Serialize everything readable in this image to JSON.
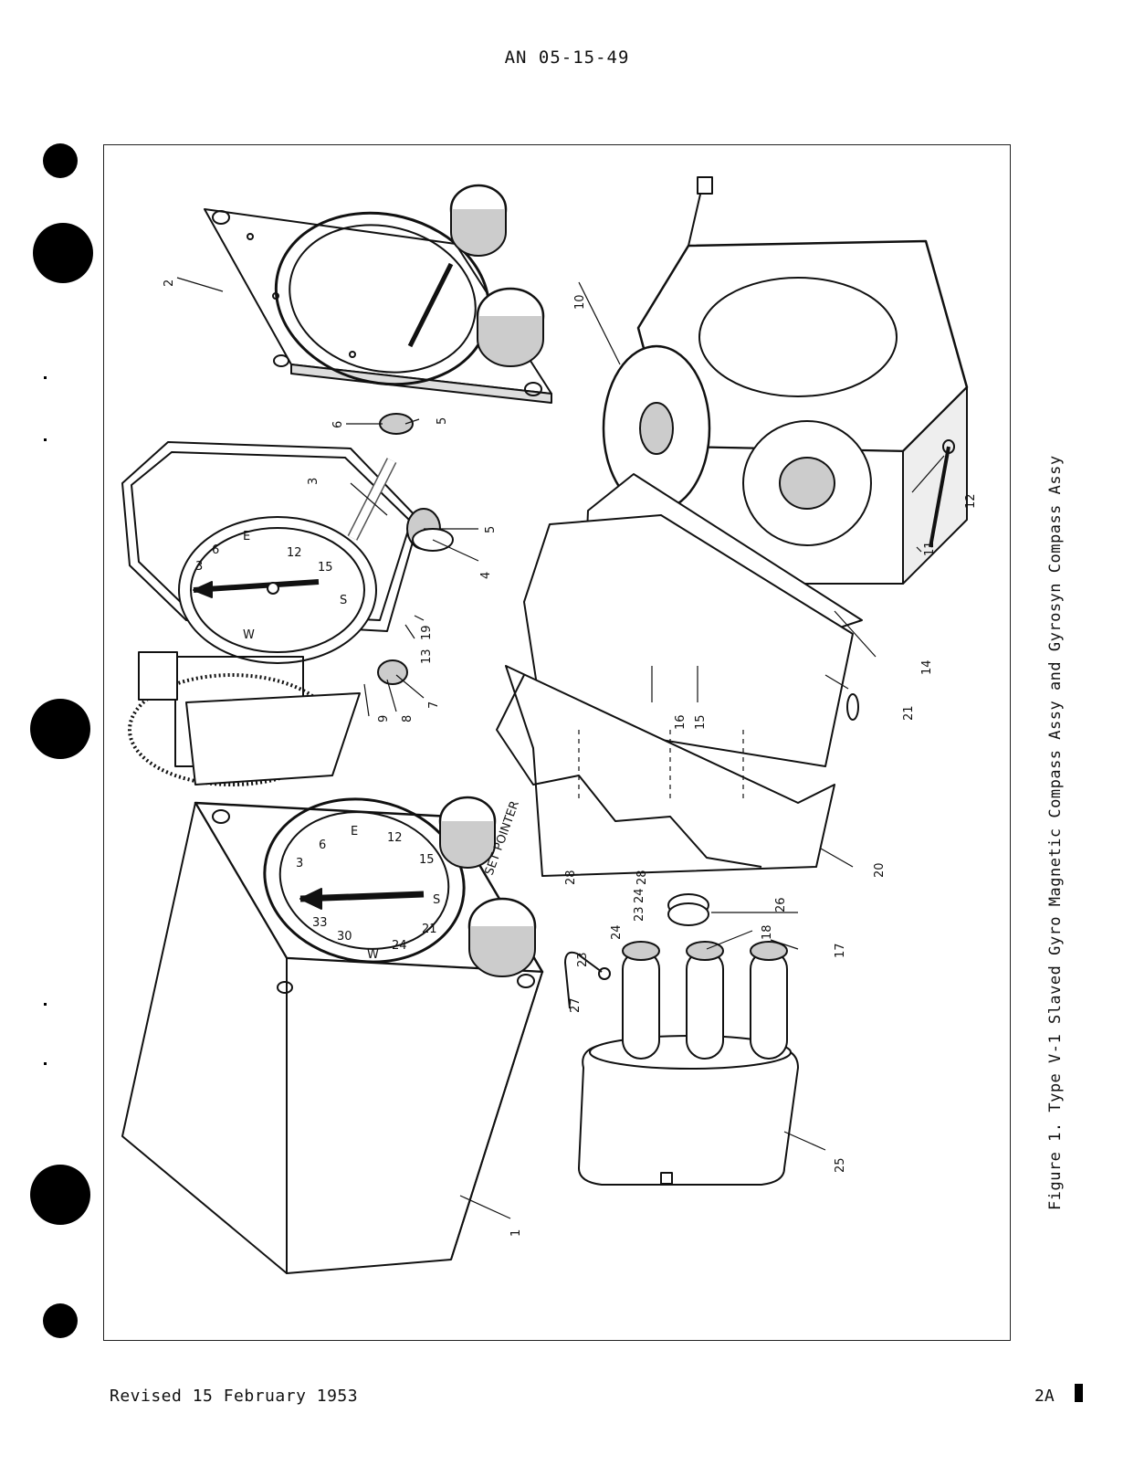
{
  "header": {
    "doc_number": "AN 05-15-49"
  },
  "figure": {
    "caption": "Figure 1.  Type V-1 Slaved Gyro Magnetic Compass Assy and Gyrosyn Compass Assy",
    "callouts": [
      "1",
      "2",
      "3",
      "4",
      "5",
      "5",
      "6",
      "7",
      "8",
      "9",
      "10",
      "11",
      "12",
      "13",
      "14",
      "15",
      "16",
      "17",
      "18",
      "19",
      "20",
      "21",
      "23",
      "23",
      "24",
      "24",
      "25",
      "26",
      "27",
      "28",
      "28"
    ],
    "dial_upper": {
      "marks": [
        "3",
        "6",
        "E",
        "12",
        "15",
        "S",
        "W"
      ]
    },
    "dial_lower": {
      "marks": [
        "3",
        "6",
        "E",
        "12",
        "15",
        "S",
        "21",
        "24",
        "W",
        "30",
        "33"
      ]
    },
    "knob_label": "SET POINTER"
  },
  "footer": {
    "revision": "Revised 15 February 1953",
    "page": "2A"
  }
}
